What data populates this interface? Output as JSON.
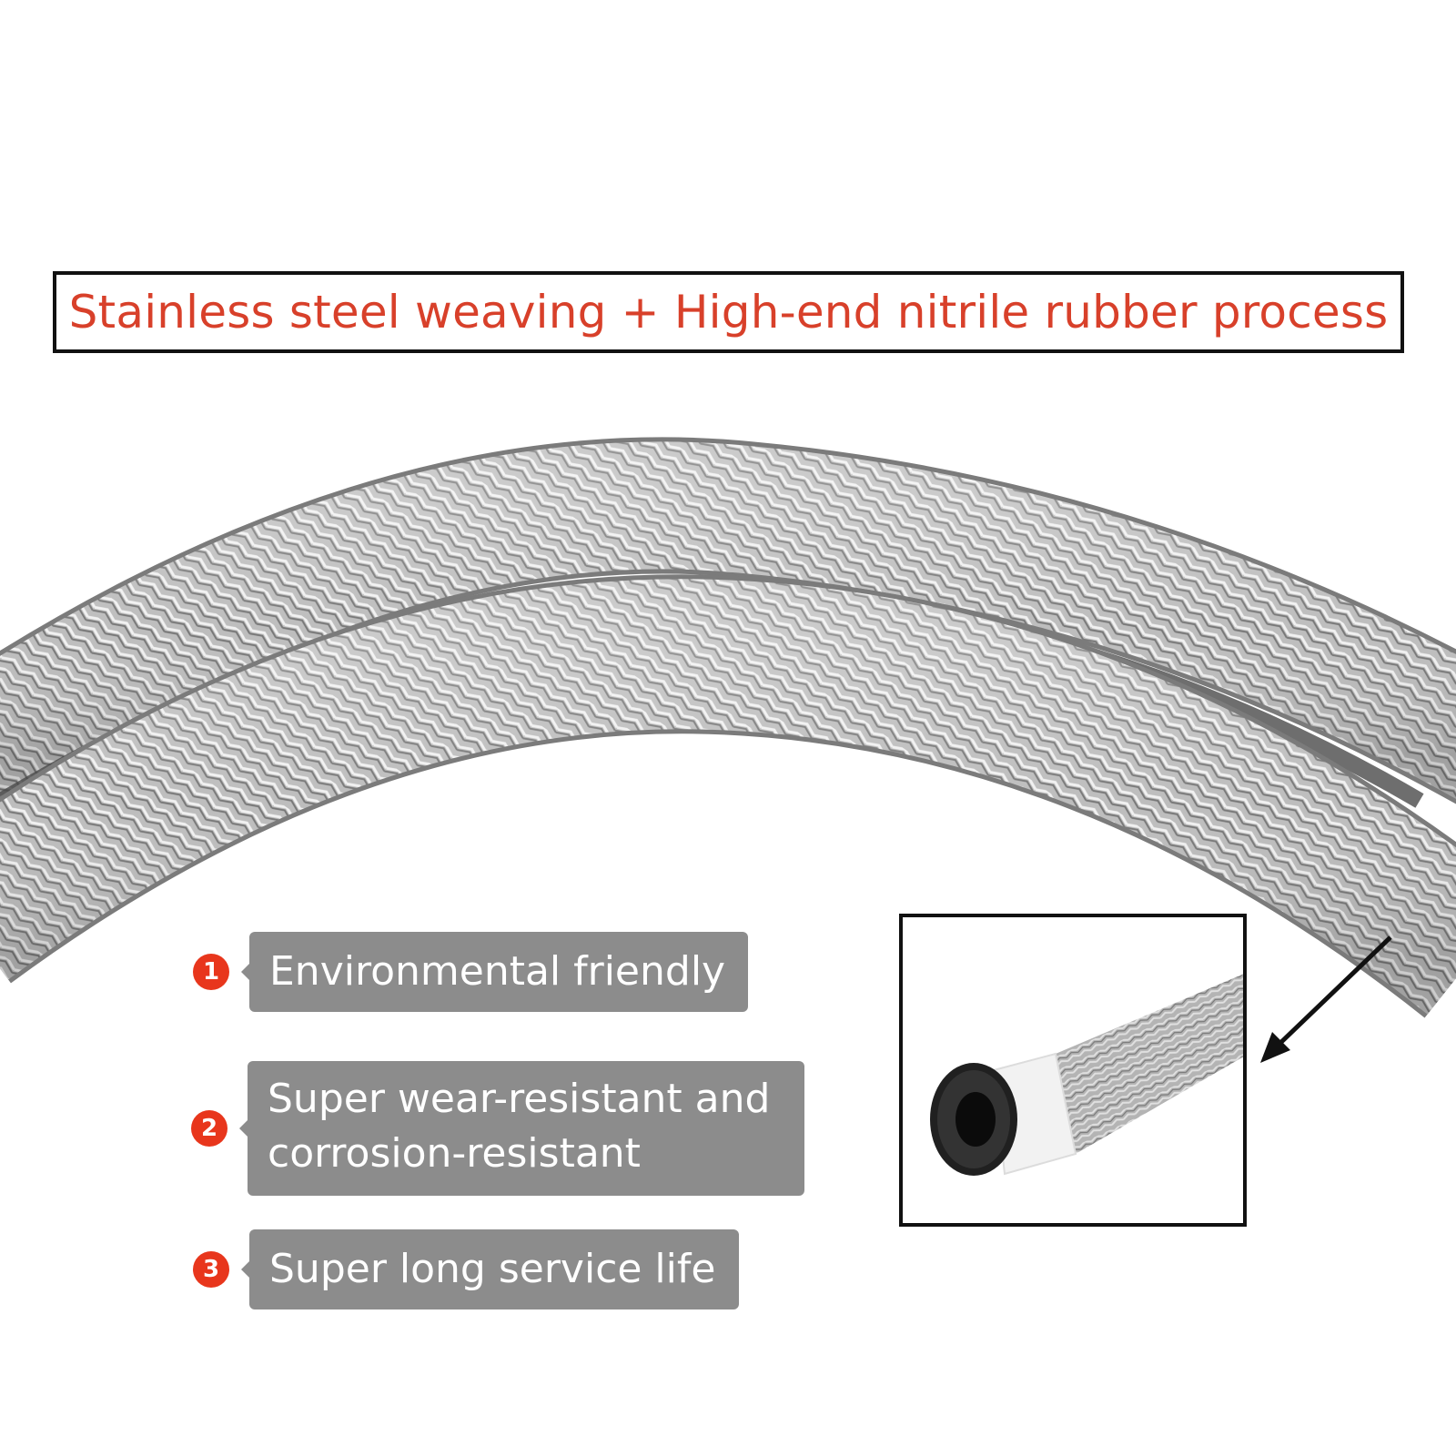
{
  "headline": {
    "text": "Stainless steel weaving + High-end nitrile rubber process",
    "color": "#d8402a"
  },
  "features": [
    {
      "number": "1",
      "label": "Environmental friendly"
    },
    {
      "number": "2",
      "label": "Super wear-resistant and corrosion-resistant"
    },
    {
      "number": "3",
      "label": "Super long service life"
    }
  ],
  "colors": {
    "badge": "#e8361c",
    "callout": "#8c8c8c",
    "steel_light": "#ececec",
    "steel_mid": "#b9b9b9",
    "steel_dark": "#6e6e6e",
    "rubber": "#1e1e1e",
    "inner_sleeve": "#f2f2f2"
  },
  "icons": {
    "pointer": "arrow-down-left-icon",
    "hose_section": "hose-cross-section-icon"
  }
}
